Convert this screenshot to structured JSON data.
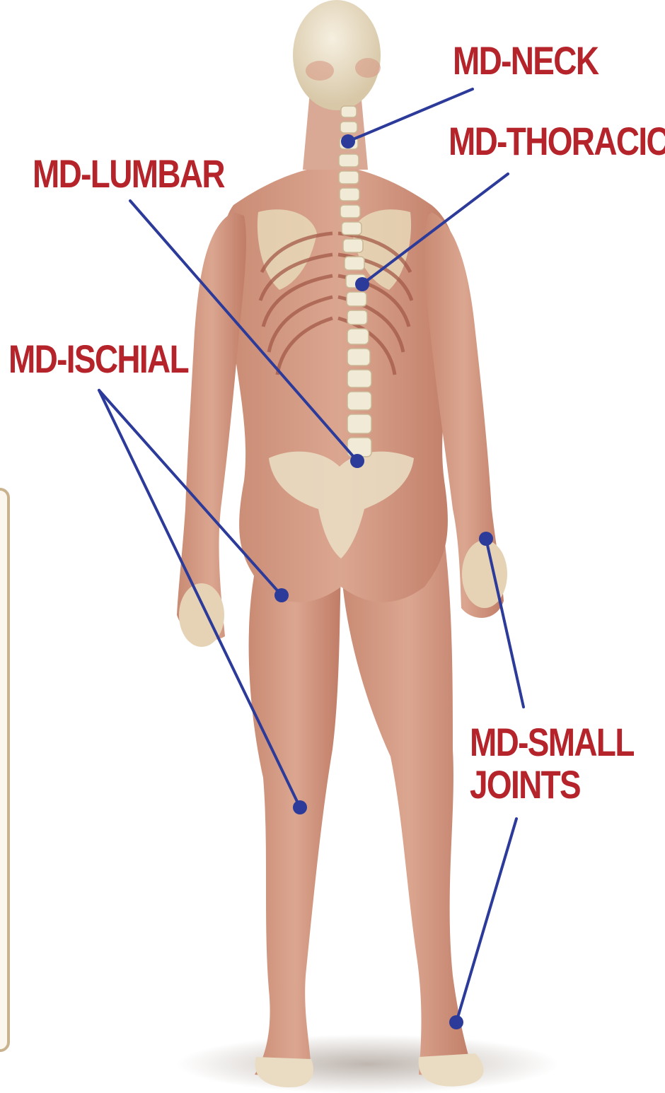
{
  "diagram": {
    "labels": {
      "neck": "MD-NECK",
      "thoracic": "MD-THORACIC",
      "lumbar": "MD-LUMBAR",
      "ischial": "MD-ISCHIAL",
      "small_joints_line1": "MD-SMALL",
      "small_joints_line2": "JOINTS"
    },
    "colors": {
      "label_text": "#b5242b",
      "leader_line": "#2c3a9a",
      "skin": "#d69a82",
      "muscle": "#c9755e",
      "bone": "#efe6cf",
      "frame_border": "#c9b28e"
    }
  }
}
